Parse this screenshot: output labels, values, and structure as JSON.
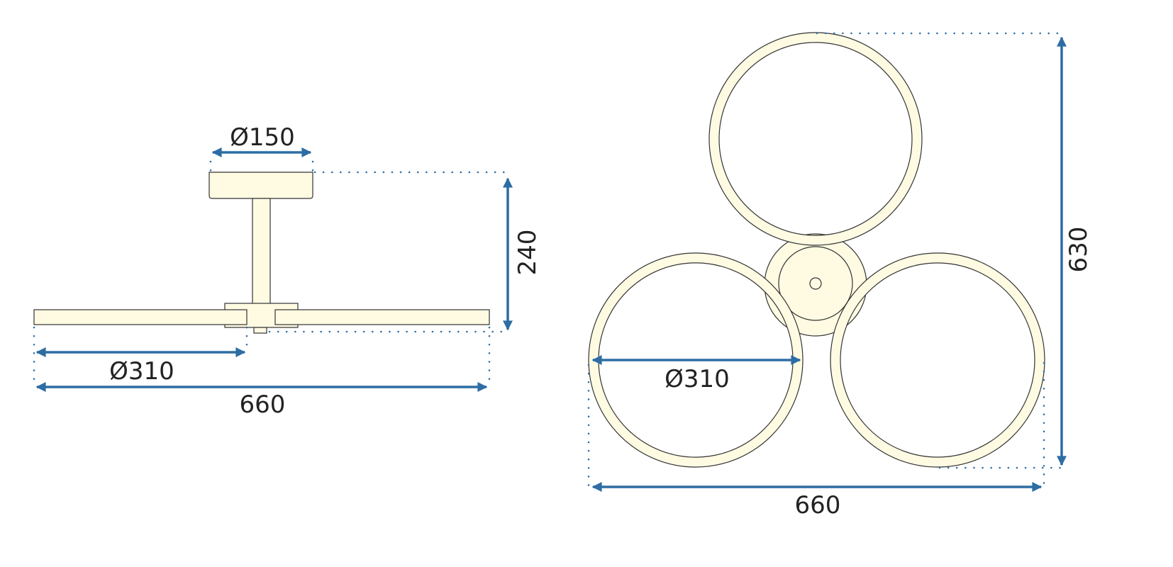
{
  "side_view": {
    "canopy_diameter": "Ø150",
    "height": "240",
    "ring_diameter": "Ø310",
    "total_width": "660"
  },
  "top_view": {
    "ring_diameter": "Ø310",
    "total_width": "660",
    "total_depth": "630"
  },
  "colors": {
    "dimension": "#2e6da4",
    "part_fill": "#fffbe3",
    "outline": "#333333"
  }
}
